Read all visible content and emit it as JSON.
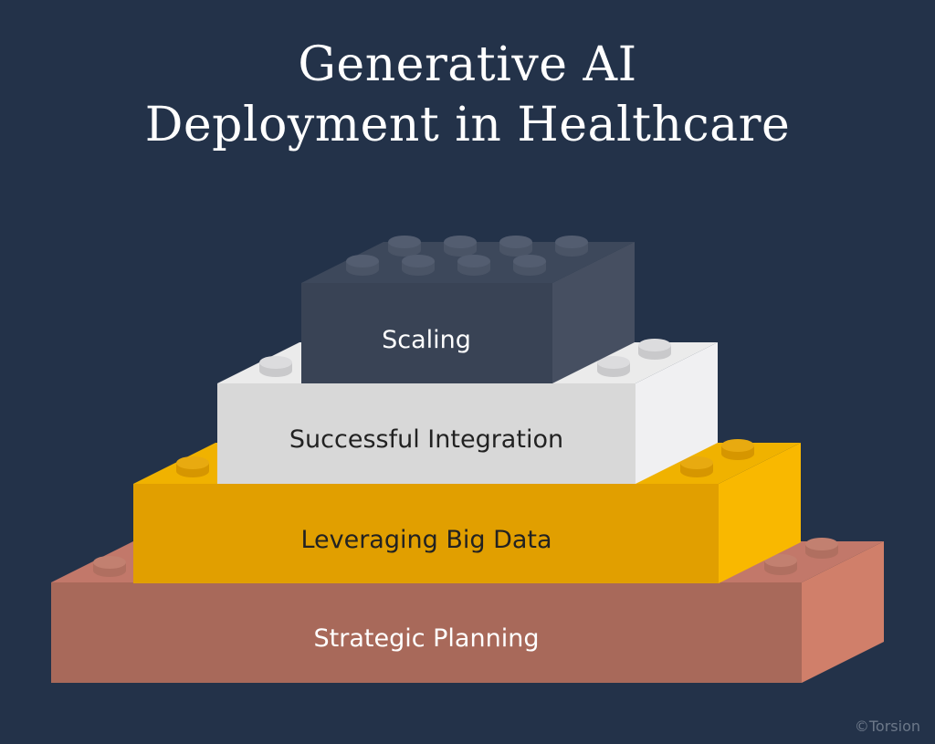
{
  "title": {
    "line1": "Generative AI",
    "line2": "Deployment in Healthcare"
  },
  "layers": [
    {
      "label": "Scaling",
      "front": "#394355",
      "top": "#3d485b",
      "side": "#464f61",
      "stud": "#4a5466",
      "stud_top": "#535d70",
      "text": "#ffffff"
    },
    {
      "label": "Successful Integration",
      "front": "#d8d8d8",
      "top": "#ebebeb",
      "side": "#f0f0f2",
      "stud": "#c9c9cb",
      "stud_top": "#dcdcde",
      "text": "#222222"
    },
    {
      "label": "Leveraging Big Data",
      "front": "#e19f00",
      "top": "#f0b200",
      "side": "#f9b800",
      "stud": "#d69600",
      "stud_top": "#e8aa10",
      "text": "#222222"
    },
    {
      "label": "Strategic Planning",
      "front": "#a8695a",
      "top": "#c2786a",
      "side": "#d07f6a",
      "stud": "#b06f60",
      "stud_top": "#c28070",
      "text": "#ffffff"
    }
  ],
  "watermark": "©Torsion"
}
